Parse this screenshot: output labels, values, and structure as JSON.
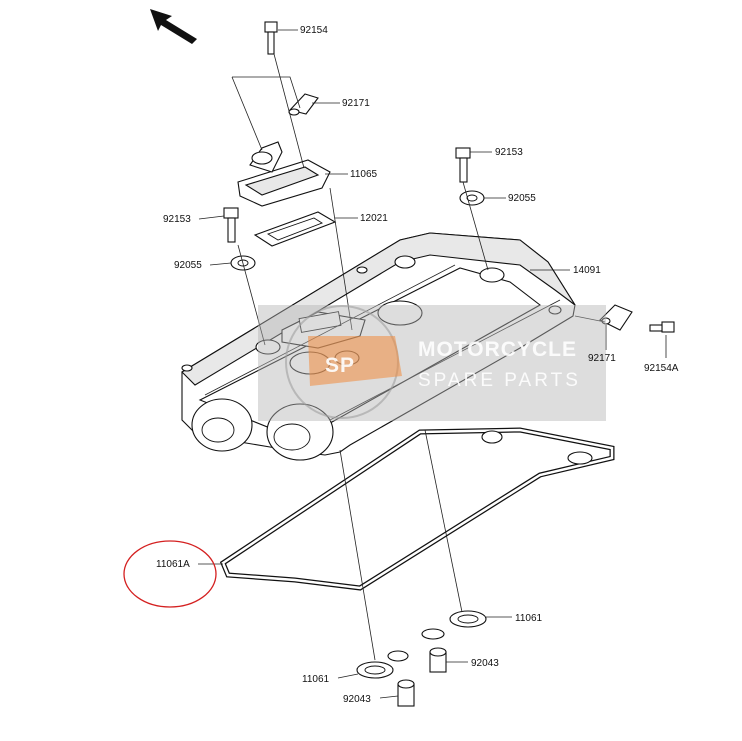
{
  "diagram": {
    "direction_arrow": "arrow-up-left-icon",
    "watermark": {
      "line1": "MOTORCYCLE",
      "line2": "SPARE PARTS",
      "logo_text": "SP",
      "color": "#f08a3c"
    },
    "highlight_color": "#d42020",
    "callouts": [
      {
        "id": "92154",
        "label": "92154"
      },
      {
        "id": "92171-top",
        "label": "92171"
      },
      {
        "id": "11065",
        "label": "11065"
      },
      {
        "id": "92153-right",
        "label": "92153"
      },
      {
        "id": "92055-right",
        "label": "92055"
      },
      {
        "id": "92153-left",
        "label": "92153"
      },
      {
        "id": "12021",
        "label": "12021"
      },
      {
        "id": "92055-left",
        "label": "92055"
      },
      {
        "id": "14091",
        "label": "14091"
      },
      {
        "id": "92171-side",
        "label": "92171"
      },
      {
        "id": "92154A",
        "label": "92154A"
      },
      {
        "id": "11061A",
        "label": "11061A"
      },
      {
        "id": "11061-right",
        "label": "11061"
      },
      {
        "id": "92043-right",
        "label": "92043"
      },
      {
        "id": "11061-bottom",
        "label": "11061"
      },
      {
        "id": "92043-bottom",
        "label": "92043"
      }
    ]
  }
}
